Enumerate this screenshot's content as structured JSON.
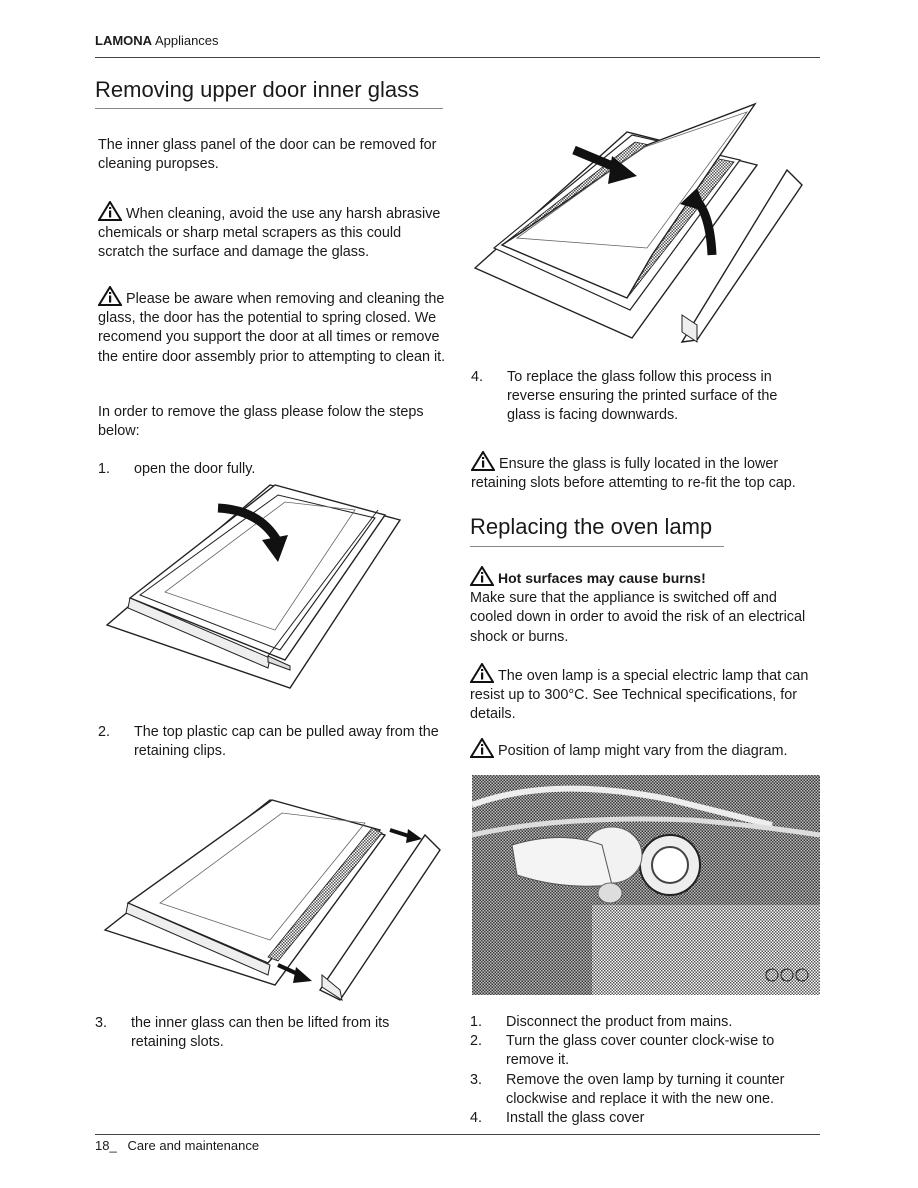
{
  "header": {
    "brand_bold": "LAMONA",
    "brand_rest": " Appliances"
  },
  "left": {
    "title": "Removing upper door inner glass",
    "intro": "The inner glass panel of the door can be removed for cleaning puropses.",
    "warning1": "When cleaning, avoid the use any harsh abrasive chemicals or sharp metal scrapers as this could scratch the surface and damage the glass.",
    "warning2": "Please be aware when removing and cleaning the glass, the door has the potential to spring closed. We recomend you support the door at all times or remove the entire door assembly prior to attempting to clean it.",
    "steps_intro": "In order to remove the glass please folow the steps below:",
    "step1_num": "1.",
    "step1": "open the door fully.",
    "step2_num": "2.",
    "step2": "The top plastic cap can be pulled away from the retaining clips.",
    "step3_num": "3.",
    "step3": "the inner glass can then be lifted from its retaining slots."
  },
  "right": {
    "step4_num": "4.",
    "step4": "To replace the glass follow this process in reverse ensuring the printed surface of the glass is facing downwards.",
    "warning3": "Ensure the glass is fully located in the lower retaining slots before attemting to re-fit the top cap.",
    "lamp_title": "Replacing the oven lamp",
    "hot_title": "Hot surfaces may cause burns!",
    "hot_text": "Make sure that the appliance is switched off and cooled down in order to avoid the risk of an electrical shock or burns.",
    "lamp_warning": "The oven lamp is a special electric lamp that can resist up to 300°C. See Technical specifications, for details.",
    "position_warning": "Position of lamp might vary from the diagram.",
    "lamp_steps": [
      {
        "num": "1.",
        "text": "Disconnect the product from mains."
      },
      {
        "num": "2.",
        "text": "Turn the glass cover counter clock-wise to remove it."
      },
      {
        "num": "3.",
        "text": "Remove the oven lamp by turning it counter clockwise and replace it with the new one."
      },
      {
        "num": "4.",
        "text": "Install the glass cover"
      }
    ]
  },
  "footer": {
    "page": "18_",
    "section": "Care and maintenance"
  }
}
